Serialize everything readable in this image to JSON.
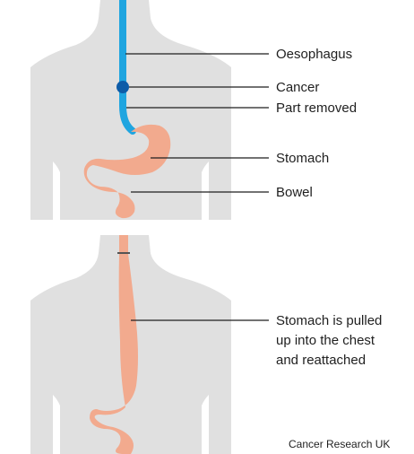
{
  "colors": {
    "body": "#e0e0e0",
    "oesophagus": "#1fa5e0",
    "cancer": "#0d5ca8",
    "stomach": "#f2aa8e",
    "stomach_outline": "#e69476",
    "text": "#1f1f1f"
  },
  "top_panel": {
    "labels": {
      "oesophagus": "Oesophagus",
      "cancer": "Cancer",
      "part_removed": "Part removed",
      "stomach": "Stomach",
      "bowel": "Bowel"
    }
  },
  "bottom_panel": {
    "label_lines": [
      "Stomach is pulled",
      "up into the chest",
      "and reattached"
    ]
  },
  "credit": "Cancer Research UK"
}
